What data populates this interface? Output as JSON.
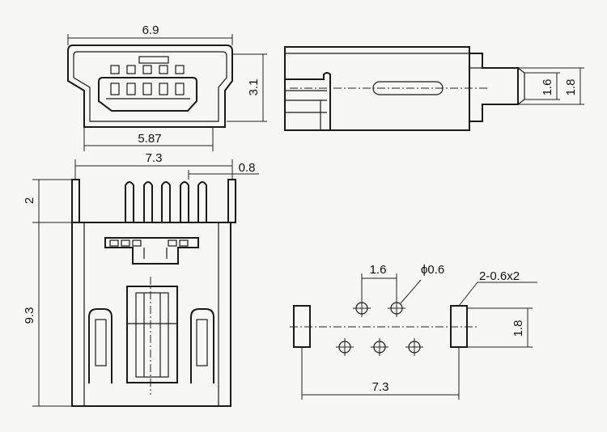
{
  "colors": {
    "ink": "#1a1a1a",
    "paper": "#f7f7f5"
  },
  "dimensions": {
    "front_width": "6.9",
    "front_height": "3.1",
    "front_inner_width": "5.87",
    "side_pin_small": "1.6",
    "side_pin_large": "1.8",
    "top_width": "7.3",
    "top_pin_offset": "0.8",
    "top_tab_height": "2",
    "top_length": "9.3",
    "pad_pitch": "1.6",
    "hole_diameter": "ϕ0.6",
    "slot_spec": "2-0.6x2",
    "pad_row_gap": "1.8",
    "pad_span": "7.3"
  }
}
